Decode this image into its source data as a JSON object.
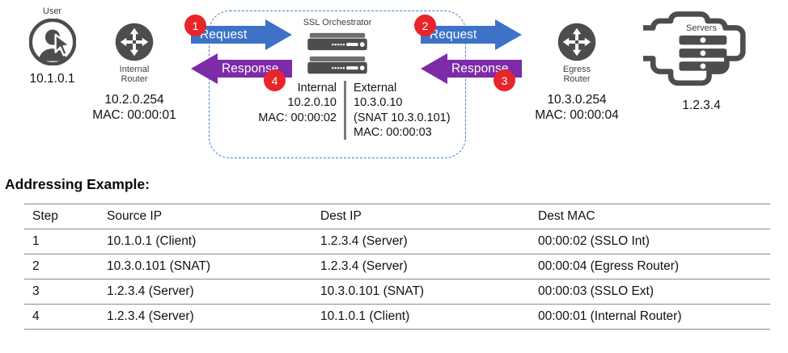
{
  "diagram": {
    "boundary_label": "SSL Orchestrator",
    "colors": {
      "request": "#3d72c8",
      "response": "#7d2ba8",
      "badge": "#e8252a",
      "boundary": "#4a7ec8",
      "icon": "#4d4d4d"
    },
    "nodes": {
      "user": {
        "icon": "user-icon",
        "caption": "User",
        "address": "10.1.0.1"
      },
      "internal_router": {
        "icon": "router-icon",
        "caption_line1": "Internal",
        "caption_line2": "Router",
        "address": "10.2.0.254",
        "mac": "MAC: 00:00:01"
      },
      "sslo": {
        "icon": "server-stack-icon",
        "title": "SSL Orchestrator",
        "internal": {
          "label": "Internal",
          "address": "10.2.0.10",
          "mac": "MAC: 00:00:02"
        },
        "external": {
          "label": "External",
          "address": "10.3.0.10",
          "snat": "(SNAT 10.3.0.101)",
          "mac": "MAC: 00:00:03"
        }
      },
      "egress_router": {
        "icon": "router-icon",
        "caption_line1": "Egress",
        "caption_line2": "Router",
        "address": "10.3.0.254",
        "mac": "MAC: 00:00:04"
      },
      "servers": {
        "icon": "server-cloud-icon",
        "caption": "Servers",
        "address": "1.2.3.4"
      }
    },
    "flows": [
      {
        "id": "left-request",
        "label": "Request",
        "direction": "right",
        "badge": "1"
      },
      {
        "id": "left-response",
        "label": "Response",
        "direction": "left",
        "badge": "4"
      },
      {
        "id": "right-request",
        "label": "Request",
        "direction": "right",
        "badge": "2"
      },
      {
        "id": "right-response",
        "label": "Response",
        "direction": "left",
        "badge": "3"
      }
    ]
  },
  "table": {
    "title": "Addressing Example:",
    "columns": [
      "Step",
      "Source IP",
      "Dest IP",
      "Dest MAC"
    ],
    "rows": [
      [
        "1",
        "10.1.0.1 (Client)",
        "1.2.3.4 (Server)",
        "00:00:02 (SSLO Int)"
      ],
      [
        "2",
        "10.3.0.101 (SNAT)",
        "1.2.3.4 (Server)",
        "00:00:04 (Egress Router)"
      ],
      [
        "3",
        "1.2.3.4 (Server)",
        "10.3.0.101 (SNAT)",
        "00:00:03 (SSLO Ext)"
      ],
      [
        "4",
        "1.2.3.4 (Server)",
        "10.1.0.1 (Client)",
        "00:00:01 (Internal Router)"
      ]
    ]
  }
}
